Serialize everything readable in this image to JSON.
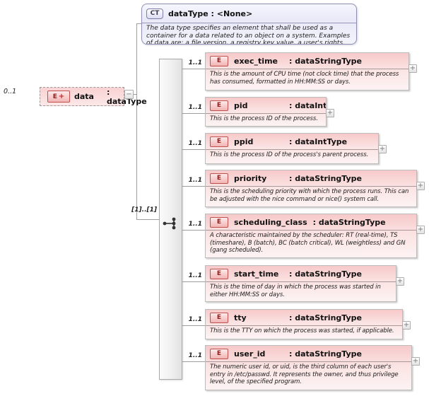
{
  "complex_type": {
    "badge": "CT",
    "title": "dataType : <None>",
    "annotation": "The data type specifies an element that shall be used as a container for a data related to an object on a system. Examples of data are: a file version, a registry key value, a user's rights."
  },
  "root_element": {
    "cardinality": "0..1",
    "badge_letter": "E",
    "badge_plus": "+",
    "name": "data",
    "type_display": ": dataType",
    "collapse_glyph": "−"
  },
  "compositor": {
    "kind": "sequence",
    "occurrence_label": "[1]..[1]"
  },
  "expand_glyph": "+",
  "children": [
    {
      "badge": "E",
      "cardinality": "1..1",
      "name": "exec_time",
      "type_display": ": dataStringType",
      "annotation": "This is the amount of CPU time (not clock time) that the process has consumed, formatted in HH:MM:SS or days."
    },
    {
      "badge": "E",
      "cardinality": "1..1",
      "name": "pid",
      "type_display": ": dataIntType",
      "annotation": "This is the process ID of the process."
    },
    {
      "badge": "E",
      "cardinality": "1..1",
      "name": "ppid",
      "type_display": ": dataIntType",
      "annotation": "This is the process ID of the process's parent process."
    },
    {
      "badge": "E",
      "cardinality": "1..1",
      "name": "priority",
      "type_display": ": dataStringType",
      "annotation": "This is the scheduling priority with which the process runs.  This can be adjusted with the nice command or nice() system call."
    },
    {
      "badge": "E",
      "cardinality": "1..1",
      "name": "scheduling_class",
      "type_display": ": dataStringType",
      "annotation": "A characteristic maintained by the scheduler: RT (real-time), TS (timeshare), B (batch), BC (batch critical), WL (weightless) and GN (gang scheduled)."
    },
    {
      "badge": "E",
      "cardinality": "1..1",
      "name": "start_time",
      "type_display": ": dataStringType",
      "annotation": "This is the time of day in which the process was started in either HH:MM:SS or days."
    },
    {
      "badge": "E",
      "cardinality": "1..1",
      "name": "tty",
      "type_display": ": dataStringType",
      "annotation": "This is the TTY on which the process was started, if applicable."
    },
    {
      "badge": "E",
      "cardinality": "1..1",
      "name": "user_id",
      "type_display": ": dataStringType",
      "annotation": "The numeric user id, or uid, is the third column of each user's entry in /etc/passwd.  It represents the owner, and thus privilege level, of the specified program."
    }
  ],
  "colors": {
    "element_pink_top": "#f7c9c9",
    "complex_type_lavender": "#e9e9f8",
    "badge_red_border": "#c0504d",
    "connector_gray": "#9e9e9e"
  }
}
